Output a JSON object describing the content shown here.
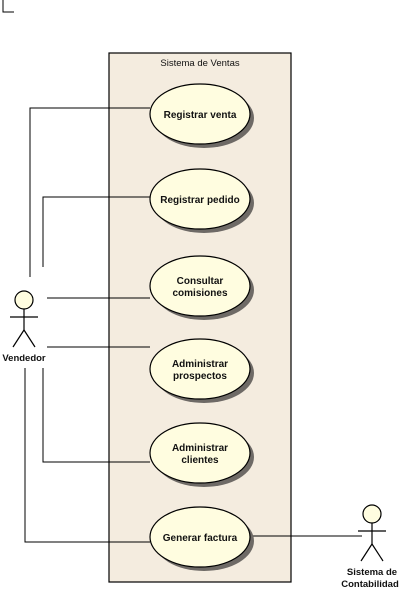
{
  "colors": {
    "system_fill": "#f4ecdf",
    "use_case_fill": "#fffde0",
    "shadow": "#6e6a66",
    "line": "#000000"
  },
  "system": {
    "title": "Sistema de Ventas"
  },
  "actors": [
    {
      "id": "vendedor",
      "label": [
        "Vendedor"
      ]
    },
    {
      "id": "contabilidad",
      "label": [
        "Sistema de",
        "Contabilidad"
      ]
    }
  ],
  "use_cases": [
    {
      "id": "registrar-venta",
      "lines": [
        "Registrar venta"
      ]
    },
    {
      "id": "registrar-pedido",
      "lines": [
        "Registrar pedido"
      ]
    },
    {
      "id": "consultar-comisiones",
      "lines": [
        "Consultar",
        "comisiones"
      ]
    },
    {
      "id": "administrar-prospectos",
      "lines": [
        "Administrar",
        "prospectos"
      ]
    },
    {
      "id": "administrar-clientes",
      "lines": [
        "Administrar",
        "clientes"
      ]
    },
    {
      "id": "generar-factura",
      "lines": [
        "Generar factura"
      ]
    }
  ]
}
